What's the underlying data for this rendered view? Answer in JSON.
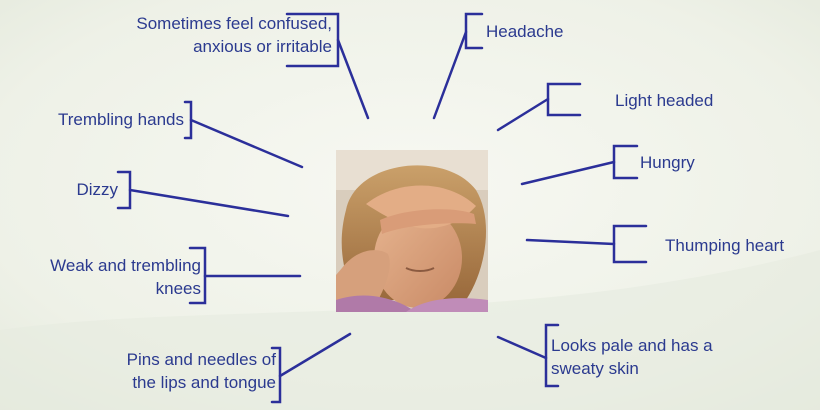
{
  "colors": {
    "line": "#2b2f9a",
    "text": "#2b3a8f"
  },
  "center_image": {
    "icon": "woman-holding-head-photo"
  },
  "symptoms": {
    "confused": [
      "Sometimes feel confused,",
      "anxious or irritable"
    ],
    "headache": "Headache",
    "light_headed": "Light headed",
    "trembling_hands": "Trembling hands",
    "hungry": "Hungry",
    "dizzy": "Dizzy",
    "thumping_heart": "Thumping heart",
    "weak_knees": [
      "Weak and trembling",
      "knees"
    ],
    "pins_needles": [
      "Pins and needles of",
      "the lips and tongue"
    ],
    "pale": [
      "Looks pale and has a",
      "sweaty skin"
    ]
  }
}
